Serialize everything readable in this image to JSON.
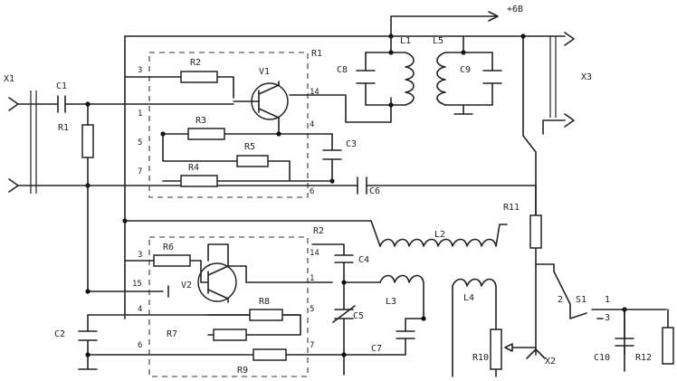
{
  "labels": {
    "supply": "+6B",
    "X1": "X1",
    "X2": "X2",
    "X3": "X3",
    "C1": "C1",
    "C2": "C2",
    "C3": "C3",
    "C4": "C4",
    "C5": "C5",
    "C6": "C6",
    "C7": "C7",
    "C8": "C8",
    "C9": "C9",
    "C10": "C10",
    "R1": "R1",
    "R2": "R2",
    "R3": "R3",
    "R4": "R4",
    "R5": "R5",
    "R6": "R6",
    "R7": "R7",
    "R8": "R8",
    "R9": "R9",
    "R10": "R10",
    "R11": "R11",
    "R12": "R12",
    "V1": "V1",
    "V2": "V2",
    "L1": "L1",
    "L2": "L2",
    "L3": "L3",
    "L4": "L4",
    "L5": "L5",
    "S1": "S1",
    "block1": "R1",
    "block2": "R2"
  },
  "pins": {
    "b1_3": "3",
    "b1_1": "1",
    "b1_5": "5",
    "b1_7": "7",
    "b1_14": "14",
    "b1_4": "4",
    "b1_6": "6",
    "b2_3": "3",
    "b2_15": "15",
    "b2_4": "4",
    "b2_6": "6",
    "b2_14": "14",
    "b2_1": "1",
    "b2_5": "5",
    "b2_7": "7",
    "s1_1": "1",
    "s1_2": "2",
    "s1_3": "3"
  }
}
